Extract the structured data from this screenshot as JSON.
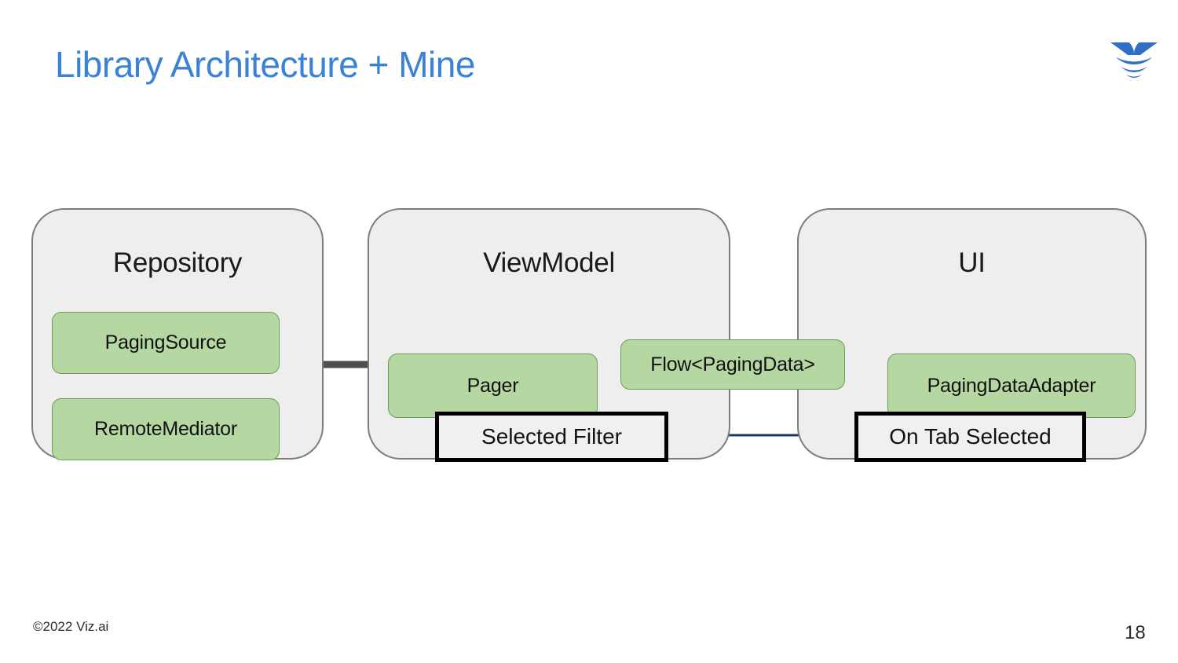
{
  "slide": {
    "title": "Library Architecture + Mine",
    "title_color": "#3b82d6",
    "background": "#ffffff"
  },
  "logo": {
    "name": "viz-ai-logo",
    "color": "#2f6fc4"
  },
  "diagram": {
    "type": "architecture-flow",
    "container_fill": "#eeeeee",
    "container_stroke": "#7d7d7d",
    "node_fill": "#b5d8a3",
    "node_stroke": "#6e9a5d",
    "connector_color": "#4d4d4d",
    "annotation_arrow_color": "#1f3864",
    "groups": [
      {
        "id": "repository",
        "label": "Repository",
        "nodes": [
          {
            "id": "paging-source",
            "label": "PagingSource"
          },
          {
            "id": "remote-mediator",
            "label": "RemoteMediator"
          }
        ]
      },
      {
        "id": "viewmodel",
        "label": "ViewModel",
        "nodes": [
          {
            "id": "pager",
            "label": "Pager"
          },
          {
            "id": "flow-paging-data",
            "label": "Flow<PagingData>"
          }
        ]
      },
      {
        "id": "ui",
        "label": "UI",
        "nodes": [
          {
            "id": "paging-data-adapter",
            "label": "PagingDataAdapter"
          }
        ]
      }
    ],
    "annotations": [
      {
        "id": "selected-filter",
        "label": "Selected Filter",
        "points_to": "pager"
      },
      {
        "id": "on-tab-selected",
        "label": "On Tab Selected",
        "points_to": "selected-filter"
      }
    ]
  },
  "footer": {
    "copyright": "©2022 Viz.ai",
    "page_number": "18"
  }
}
